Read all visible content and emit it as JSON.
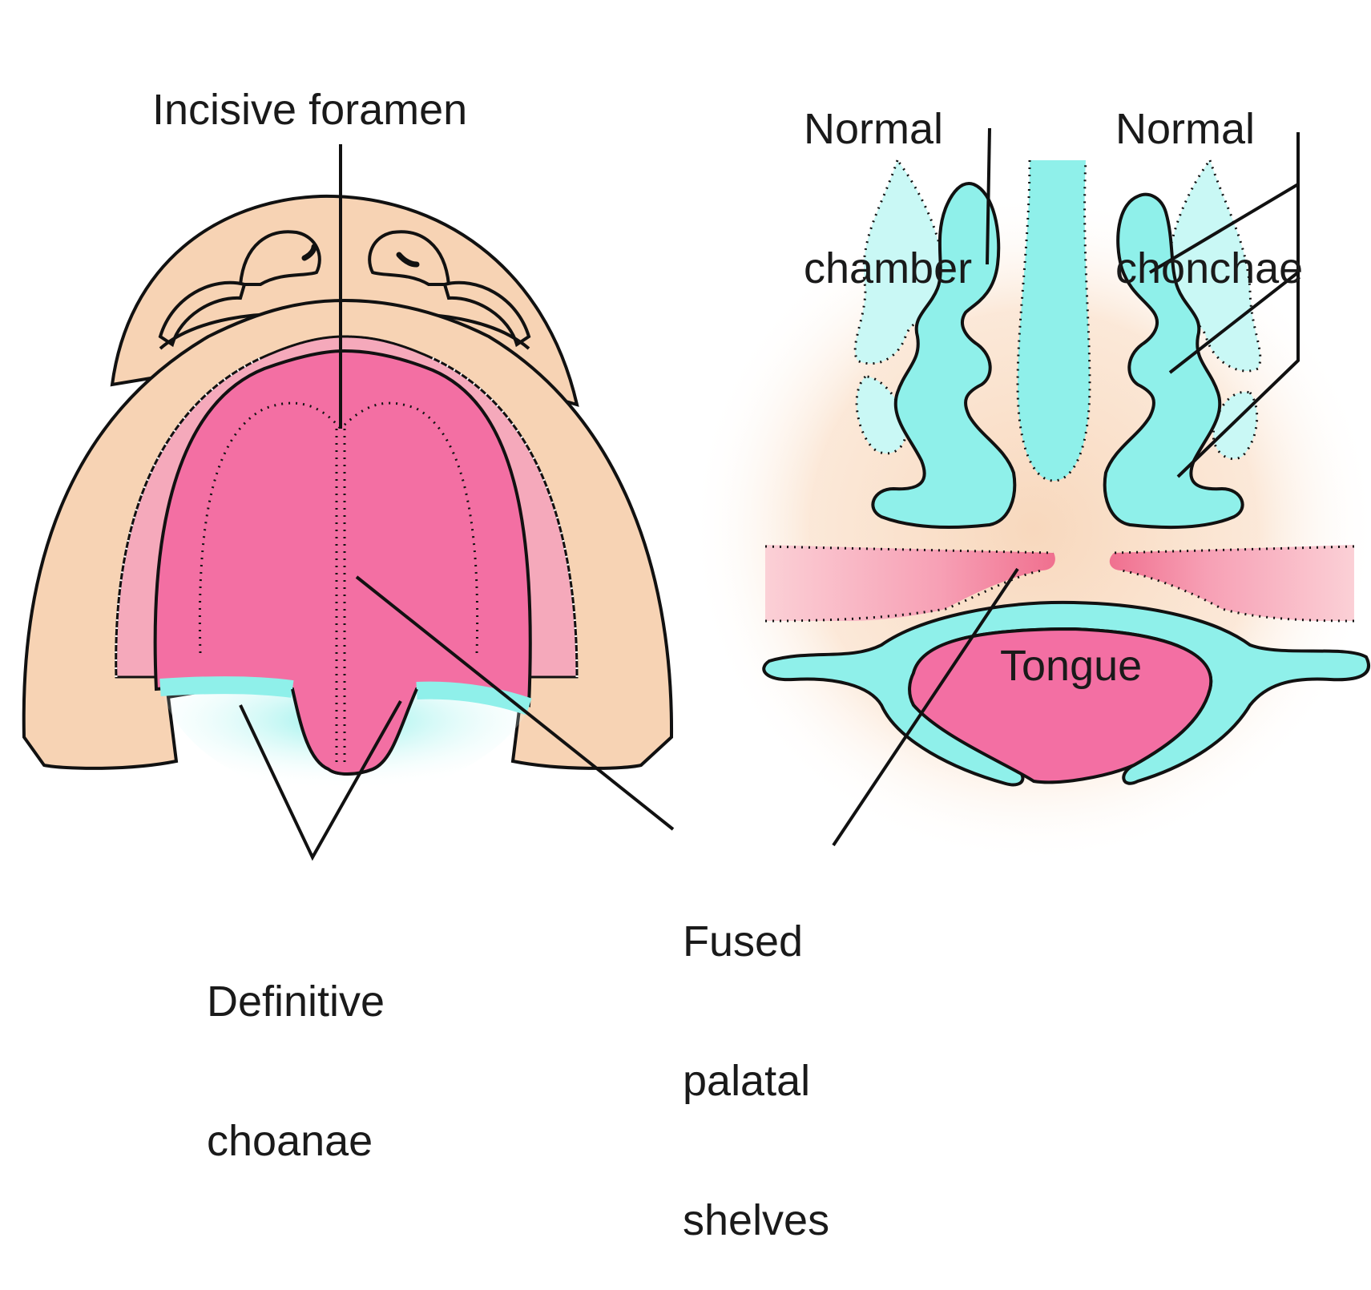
{
  "labels": {
    "incisive_foramen": "Incisive foramen",
    "normal_chamber": [
      "Normal",
      "chamber"
    ],
    "normal_conchae": [
      "Normal",
      "chonchae"
    ],
    "tongue": "Tongue",
    "fused_palatal_shelves": [
      "Fused",
      "palatal",
      "shelves"
    ],
    "definitive_choanae": [
      "Definitive",
      "choanae"
    ]
  },
  "colors": {
    "skin": "#f7d3b4",
    "palate_outer": "#f5a9bb",
    "palate": "#f36fa3",
    "shelf": "#f06d93",
    "cyan": "#8ff0ea",
    "cyan_light": "#c9f8f5",
    "outline": "#111111"
  }
}
